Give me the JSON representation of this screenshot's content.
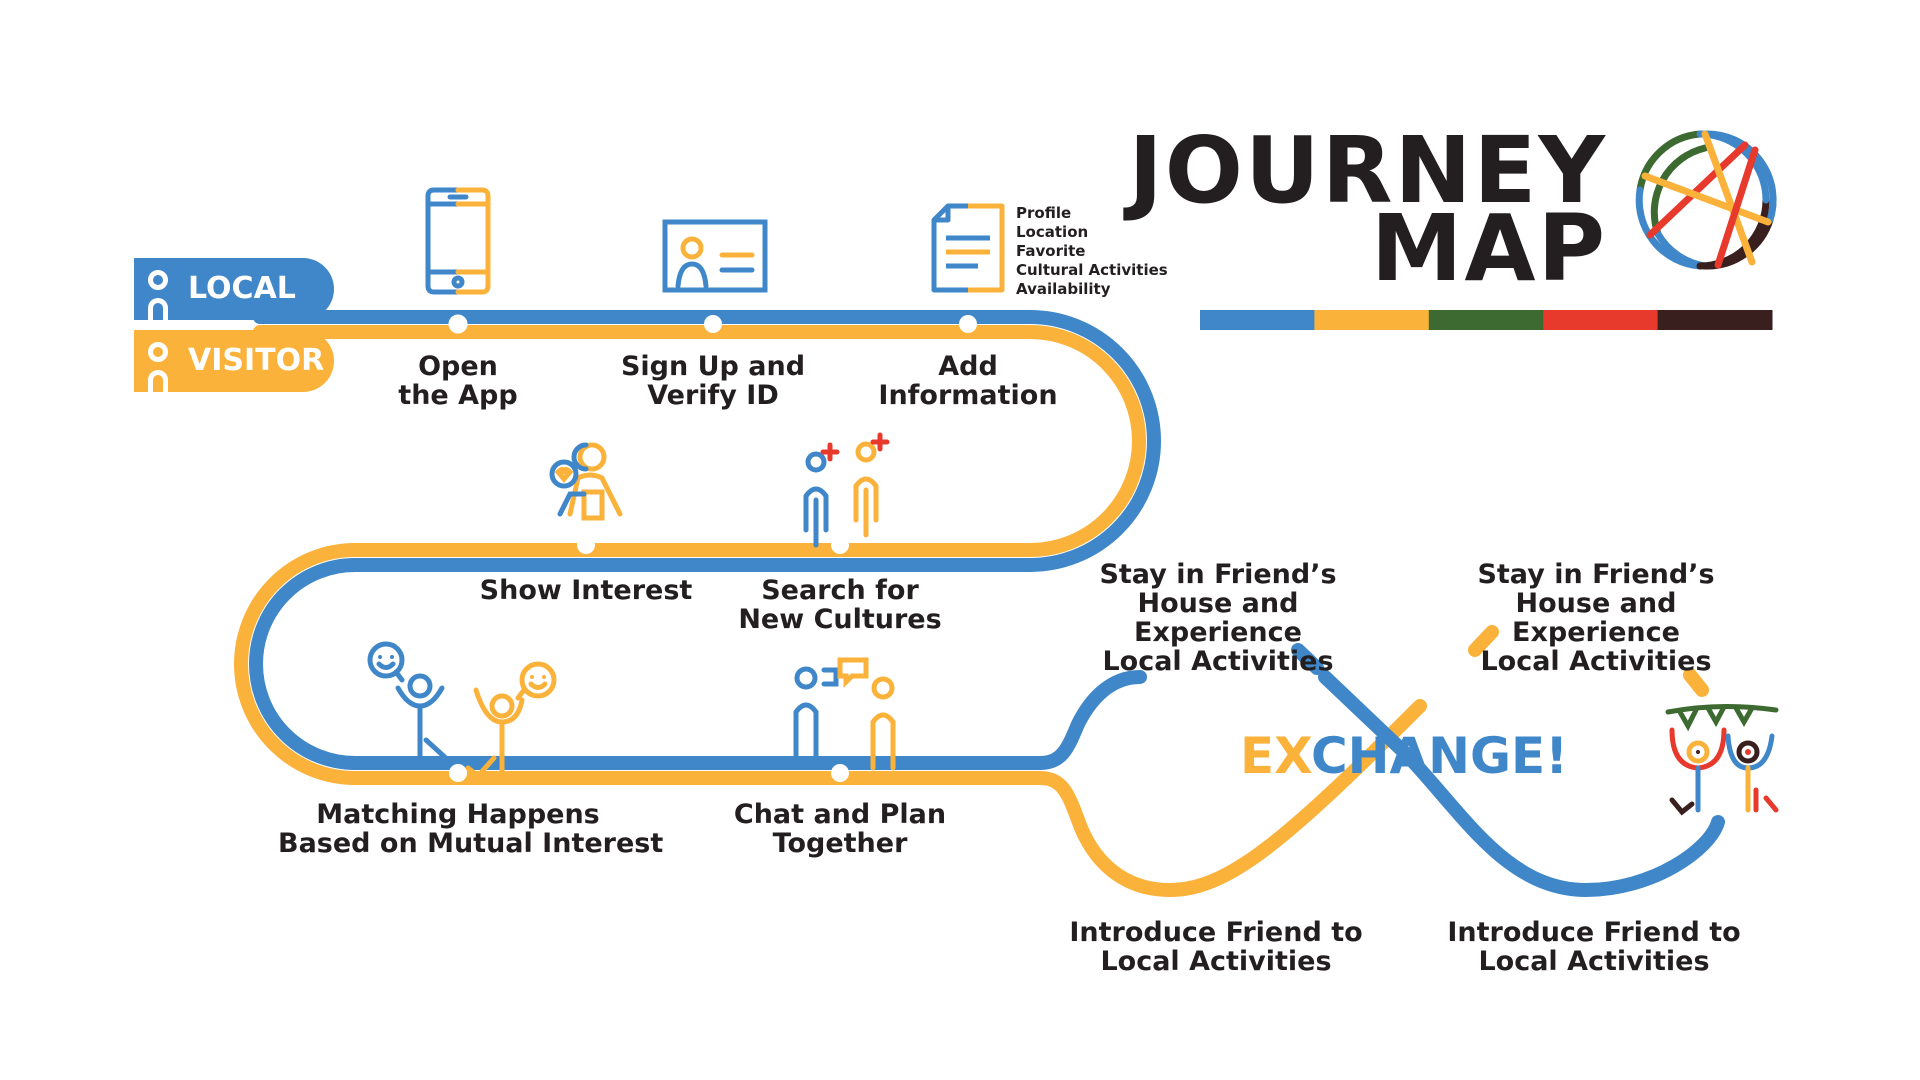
{
  "colors": {
    "blue": "#3f87c8",
    "yellow": "#fbb23b",
    "green": "#3d6a30",
    "red": "#e8392d",
    "dark": "#3a1f1f",
    "text": "#231f20"
  },
  "legend": {
    "local_label": "LOCAL",
    "visitor_label": "VISITOR"
  },
  "title": {
    "line1": "JOURNEY",
    "line2": "MAP",
    "logo_icon": "globe-icon",
    "color_bar": [
      "#3f87c8",
      "#fbb23b",
      "#3d6a30",
      "#e8392d",
      "#3a1f1f"
    ]
  },
  "steps": [
    {
      "line1": "Open",
      "line2": "the App",
      "icon": "smartphone-icon"
    },
    {
      "line1": "Sign Up and",
      "line2": "Verify ID",
      "icon": "id-card-icon"
    },
    {
      "line1": "Add",
      "line2": "Information",
      "icon": "document-icon"
    },
    {
      "line1": "Show Interest",
      "icon": "heart-tablet-icon"
    },
    {
      "line1": "Search for",
      "line2": "New Cultures",
      "icon": "people-plus-icon"
    },
    {
      "line1": "Matching Happens",
      "line2": "Based on Mutual Interest",
      "icon": "happy-people-icon"
    },
    {
      "line1": "Chat and Plan",
      "line2": "Together",
      "icon": "chat-people-icon"
    }
  ],
  "info_items": [
    "Profile",
    "Location",
    "Favorite",
    "Cultural Activities",
    "Availability"
  ],
  "exchange": {
    "part1": "EX",
    "part2": "CHANGE!",
    "stay_left": [
      "Stay in Friend’s",
      "House and",
      "Experience",
      "Local Activities"
    ],
    "stay_right": [
      "Stay in Friend’s",
      "House and",
      "Experience",
      "Local Activities"
    ],
    "intro_left": [
      "Introduce Friend to",
      "Local Activities"
    ],
    "intro_right": [
      "Introduce Friend to",
      "Local Activities"
    ],
    "celebration_icon": "celebration-icon"
  }
}
